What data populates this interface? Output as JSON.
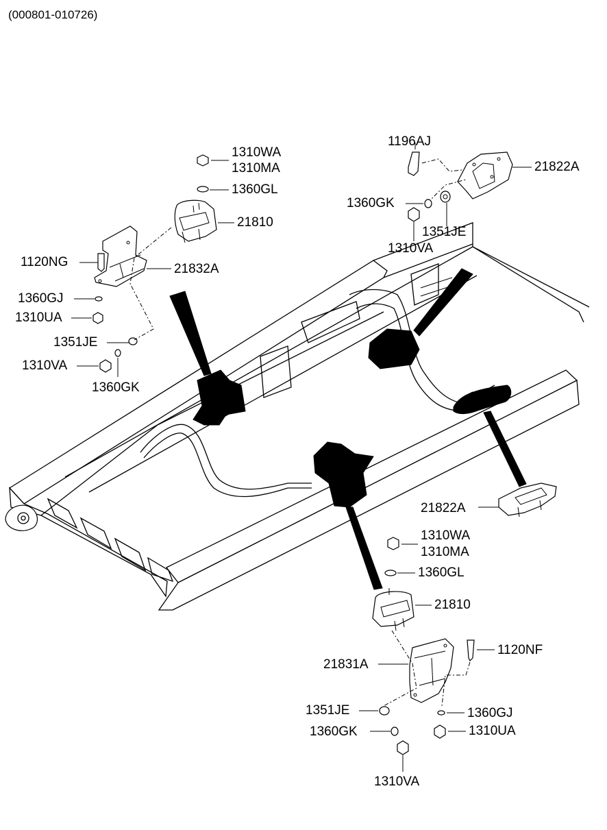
{
  "header": {
    "date_code": "(000801-010726)"
  },
  "callouts": {
    "rear_left_nut": [
      "1310WA",
      "1310MA"
    ],
    "rear_left_washer": "1360GL",
    "rear_left_insulator": "21810",
    "rear_left_bolt": "1120NG",
    "rear_left_bracket": "21832A",
    "rear_left_washer_gj": "1360GJ",
    "rear_left_nut_ua": "1310UA",
    "rear_left_washer_je": "1351JE",
    "rear_left_nut_va": "1310VA",
    "rear_left_washer_gk": "1360GK",
    "top_right_bolt": "1196AJ",
    "top_right_mount": "21822A",
    "top_right_washer_gk": "1360GK",
    "top_right_washer_je": "1351JE",
    "top_right_nut_va": "1310VA",
    "front_right_mount": "21822A",
    "front_nut": [
      "1310WA",
      "1310MA"
    ],
    "front_washer": "1360GL",
    "front_insulator": "21810",
    "front_bolt": "1120NF",
    "front_bracket": "21831A",
    "front_washer_je": "1351JE",
    "front_washer_gj": "1360GJ",
    "front_washer_gk": "1360GK",
    "front_nut_ua": "1310UA",
    "front_nut_va": "1310VA"
  }
}
